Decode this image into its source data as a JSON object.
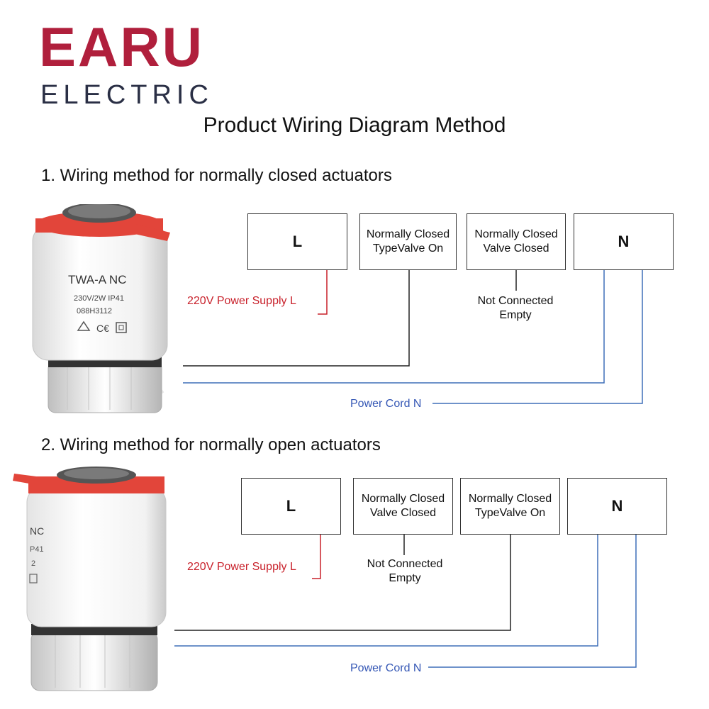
{
  "brand": {
    "name": "EARU",
    "sub": "ELECTRIC",
    "color": "#b01f3c",
    "sub_color": "#2a2f45"
  },
  "title": "Product Wiring Diagram Method",
  "sections": [
    {
      "title": "1. Wiring method for normally closed actuators",
      "boxes": [
        {
          "line1": "L",
          "line2": ""
        },
        {
          "line1": "Normally Closed",
          "line2": "TypeValve On"
        },
        {
          "line1": "Normally Closed",
          "line2": "Valve Closed"
        },
        {
          "line1": "N",
          "line2": ""
        }
      ],
      "power_l": "220V Power Supply L",
      "not_connected": [
        "Not Connected",
        "Empty"
      ],
      "power_n": "Power Cord N",
      "actuator": {
        "model": "TWA-A NC",
        "rating": "230V/2W IP41",
        "code": "088H3112"
      }
    },
    {
      "title": "2. Wiring method for normally open actuators",
      "boxes": [
        {
          "line1": "L",
          "line2": ""
        },
        {
          "line1": "Normally Closed",
          "line2": "Valve Closed"
        },
        {
          "line1": "Normally Closed",
          "line2": "TypeValve On"
        },
        {
          "line1": "N",
          "line2": ""
        }
      ],
      "power_l": "220V Power Supply L",
      "not_connected": [
        "Not Connected",
        "Empty"
      ],
      "power_n": "Power Cord N",
      "actuator": {
        "model": "NC",
        "rating": "P41",
        "code": "2"
      }
    }
  ],
  "colors": {
    "red_wire": "#c8202a",
    "blue_wire": "#3e6fb8",
    "black_wire": "#222222",
    "actuator_red": "#e2453a"
  }
}
